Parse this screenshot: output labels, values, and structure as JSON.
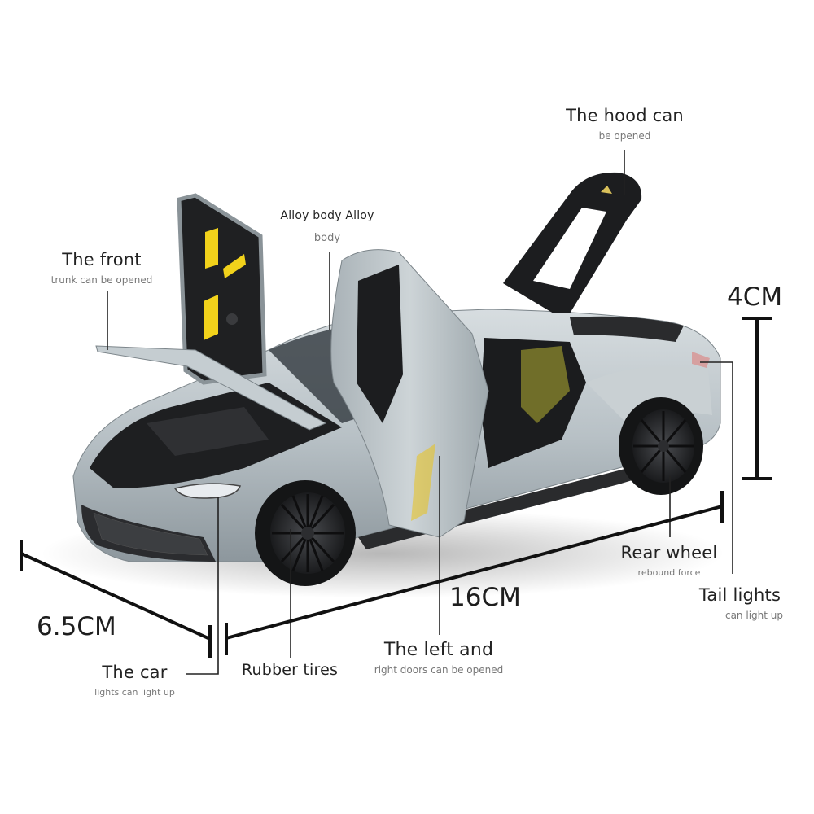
{
  "product": {
    "subject": "Die-cast model sports car, silver-grey with yellow accents, doors and hood opened",
    "colors": {
      "body": "#b9c2c7",
      "body_shadow": "#8f999f",
      "black_trim": "#1e1f21",
      "accent_yellow": "#f2d21b",
      "background": "#ffffff",
      "annotation_line": "#222222"
    }
  },
  "annotations": {
    "hood": {
      "title": "The hood can",
      "subtitle": "be opened"
    },
    "front_trunk": {
      "title": "The front",
      "subtitle": "trunk can be opened"
    },
    "alloy_body": {
      "title": "Alloy body Alloy",
      "subtitle": "body"
    },
    "rear_wheel": {
      "title": "Rear wheel",
      "subtitle": "rebound force"
    },
    "tail_lights": {
      "title": "Tail lights",
      "subtitle": "can light up"
    },
    "car_lights": {
      "title": "The car",
      "subtitle": "lights can light up"
    },
    "rubber_tires": {
      "title": "Rubber tires",
      "subtitle": ""
    },
    "doors": {
      "title": "The left and",
      "subtitle": "right doors can be opened"
    }
  },
  "dimensions": {
    "height": "4CM",
    "width": "6.5CM",
    "length": "16CM"
  }
}
